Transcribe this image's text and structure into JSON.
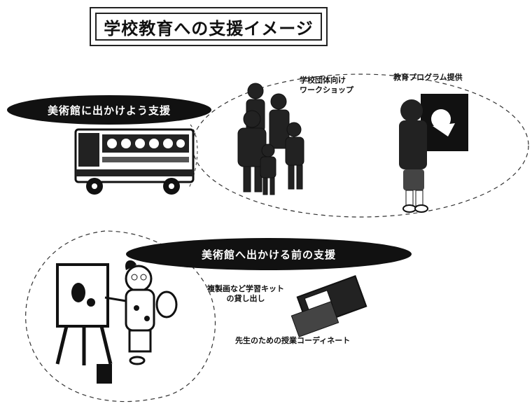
{
  "title": "学校教育への支援イメージ",
  "banners": {
    "upper": "美術館に出かけよう支援",
    "lower": "美術館へ出かける前の支援"
  },
  "labels": {
    "workshop": [
      "学校団体向け",
      "ワークショップ"
    ],
    "program": "教育プログラム提供",
    "kit": [
      "複製画など学習キット",
      "の貸し出し"
    ],
    "coordinate": "先生のための授業コーディネート"
  }
}
